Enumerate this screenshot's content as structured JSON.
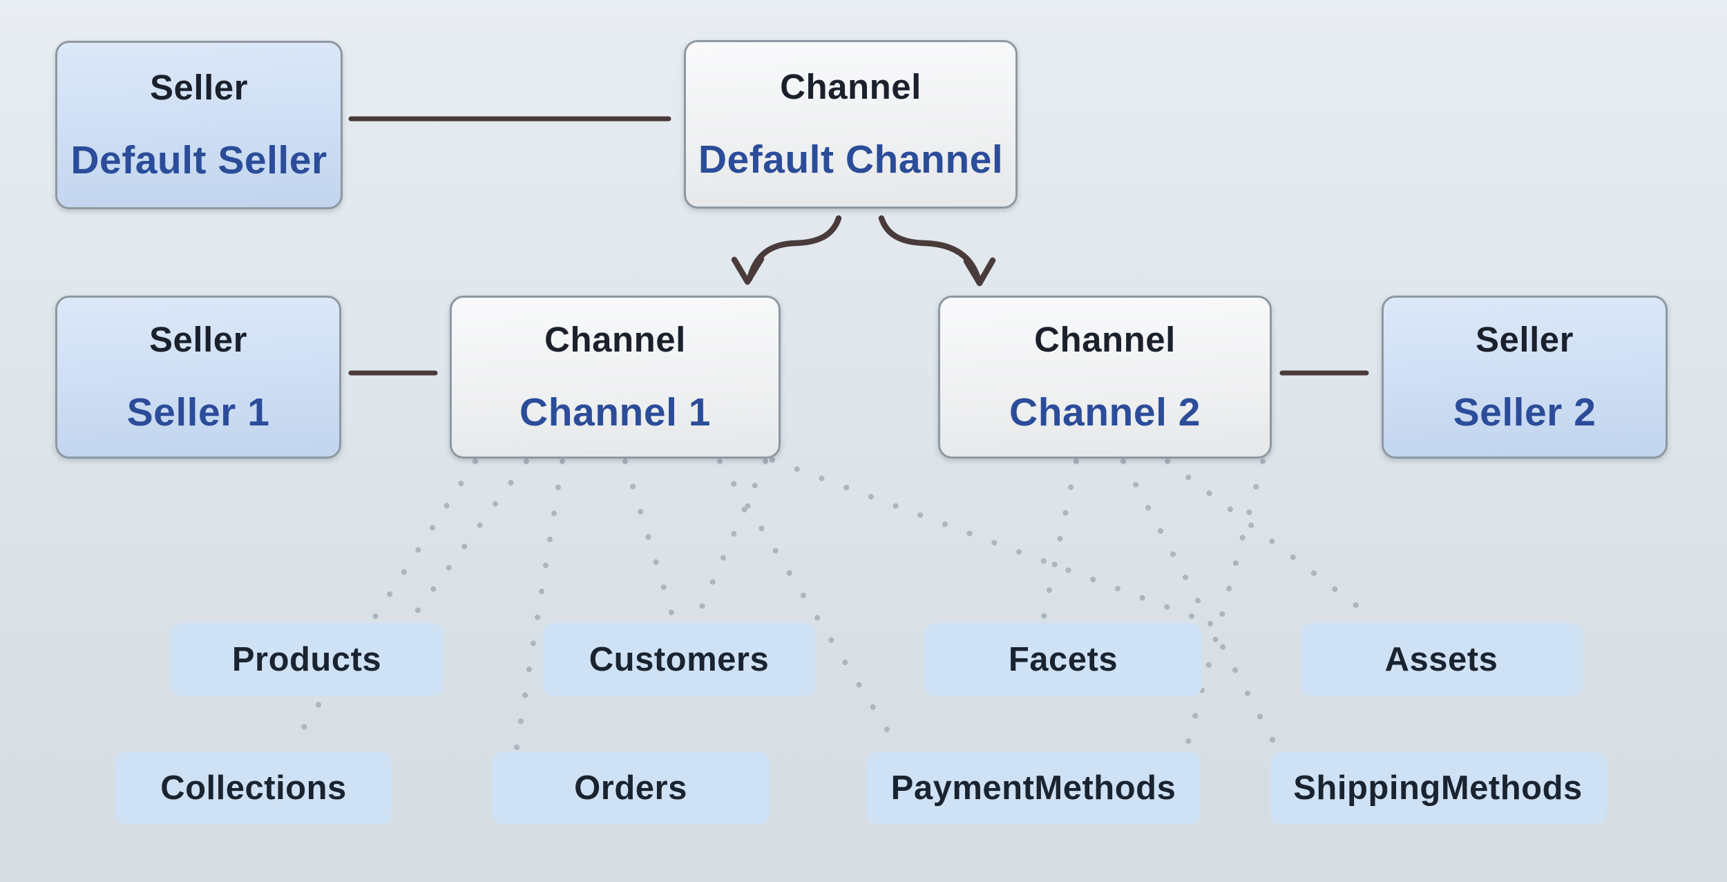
{
  "diagram": {
    "nodes": {
      "default_seller": {
        "type": "Seller",
        "name": "Default Seller"
      },
      "default_channel": {
        "type": "Channel",
        "name": "Default Channel"
      },
      "seller1": {
        "type": "Seller",
        "name": "Seller 1"
      },
      "channel1": {
        "type": "Channel",
        "name": "Channel 1"
      },
      "channel2": {
        "type": "Channel",
        "name": "Channel 2"
      },
      "seller2": {
        "type": "Seller",
        "name": "Seller 2"
      }
    },
    "entities": [
      {
        "label": "Products"
      },
      {
        "label": "Customers"
      },
      {
        "label": "Facets"
      },
      {
        "label": "Assets"
      },
      {
        "label": "Collections"
      },
      {
        "label": "Orders"
      },
      {
        "label": "PaymentMethods"
      },
      {
        "label": "ShippingMethods"
      }
    ],
    "edges": [
      {
        "from": "Default Seller",
        "to": "Default Channel",
        "style": "solid"
      },
      {
        "from": "Seller 1",
        "to": "Channel 1",
        "style": "solid"
      },
      {
        "from": "Channel 2",
        "to": "Seller 2",
        "style": "solid"
      },
      {
        "from": "Default Channel",
        "to": "Channel 1",
        "style": "arrow"
      },
      {
        "from": "Default Channel",
        "to": "Channel 2",
        "style": "arrow"
      },
      {
        "from": "Channel 1",
        "to": "Products",
        "style": "dotted"
      },
      {
        "from": "Channel 1",
        "to": "Collections",
        "style": "dotted"
      },
      {
        "from": "Channel 1",
        "to": "Orders",
        "style": "dotted"
      },
      {
        "from": "Channel 1",
        "to": "Customers",
        "style": "dotted"
      },
      {
        "from": "Channel 1",
        "to": "PaymentMethods",
        "style": "dotted"
      },
      {
        "from": "Channel 1",
        "to": "Facets",
        "style": "dotted"
      },
      {
        "from": "Channel 2",
        "to": "Facets",
        "style": "dotted"
      },
      {
        "from": "Channel 2",
        "to": "ShippingMethods",
        "style": "dotted"
      },
      {
        "from": "Channel 2",
        "to": "Assets",
        "style": "dotted"
      },
      {
        "from": "Channel 2",
        "to": "PaymentMethods",
        "style": "dotted"
      }
    ],
    "colors": {
      "background_top": "#e8edf2",
      "background_bottom": "#d5dde3",
      "seller_fill_top": "#dce8f8",
      "seller_fill_bottom": "#c2d5ee",
      "channel_fill_top": "#f9fafb",
      "channel_fill_bottom": "#e5e7e9",
      "entity_fill": "#cfe1f4",
      "node_border": "#8e98a1",
      "type_text": "#1b212c",
      "name_text": "#2b4c99",
      "entity_text": "#1a2330",
      "solid_edge": "#4a3a3a",
      "dotted_edge": "#adb5bd"
    }
  }
}
